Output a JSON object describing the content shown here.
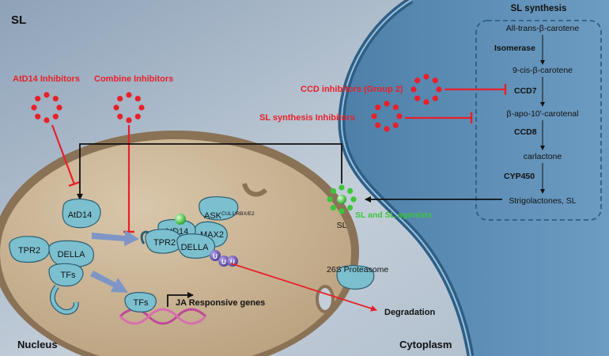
{
  "corner_labels": {
    "top_left": "SL",
    "nucleus": "Nucleus",
    "cytoplasm": "Cytoplasm"
  },
  "inhibitors": {
    "atd14": "AtD14 Inhibitors",
    "combine": "Combine Inhibitors",
    "ccd": "CCD inhibitors (Group 2)",
    "sl_synthesis": "SL synthesis Inhibitors"
  },
  "pathway": {
    "title": "SL synthesis",
    "compounds": [
      "All-trans-β-carotene",
      "9-cis-β-carotene",
      "β-apo-10'-carotenal",
      "carlactone",
      "Strigolactones, SL"
    ],
    "enzymes": [
      "Isomerase",
      "CCD7",
      "CCD8",
      "CYP450"
    ]
  },
  "proteins": {
    "atd14_free": "AtD14",
    "tpr2_left": "TPR2",
    "della_left": "DELLA",
    "tfs_left": "TFs",
    "ask": "ASK",
    "ask_sup": "CUL1/RBX/E2",
    "atd14_complex": "AtD14",
    "max2": "MAX2",
    "tpr2_complex": "TPR2",
    "della_complex": "DELLA",
    "tfs_dna": "TFs",
    "proteasome": "26S Proteasome"
  },
  "ubiquitin": [
    "U",
    "U",
    "U"
  ],
  "labels": {
    "ja_genes": "JA Responsive genes",
    "degradation": "Degradation",
    "sl_molecule": "SL",
    "agonists": "SL and SL agonists"
  },
  "colors": {
    "inhibitor_red": "#e8202a",
    "agonist_green": "#3ec53b",
    "protein_fill": "#7cc0d0",
    "membrane": "#2d5f86",
    "nucleus_fill": "#c8b294",
    "ubiquitin": "#5a4a9e"
  }
}
